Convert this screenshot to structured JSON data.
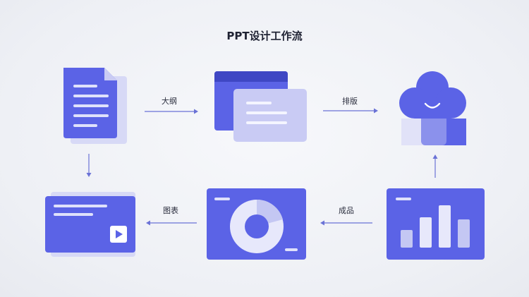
{
  "title": "PPT设计工作流",
  "labels": {
    "outline": "大纲",
    "layout": "排版",
    "chart": "图表",
    "product": "成品"
  },
  "colors": {
    "primary": "#5b63e6",
    "primary_dark": "#3f47c4",
    "light": "#c9cbf4",
    "lighter": "#e1e2f8",
    "arrow": "#6a72d6",
    "text": "#1f2233"
  },
  "icons": [
    "document-icon",
    "browser-windows-icon",
    "cloud-robot-icon",
    "slide-video-icon",
    "donut-chart-icon",
    "bar-chart-icon"
  ]
}
